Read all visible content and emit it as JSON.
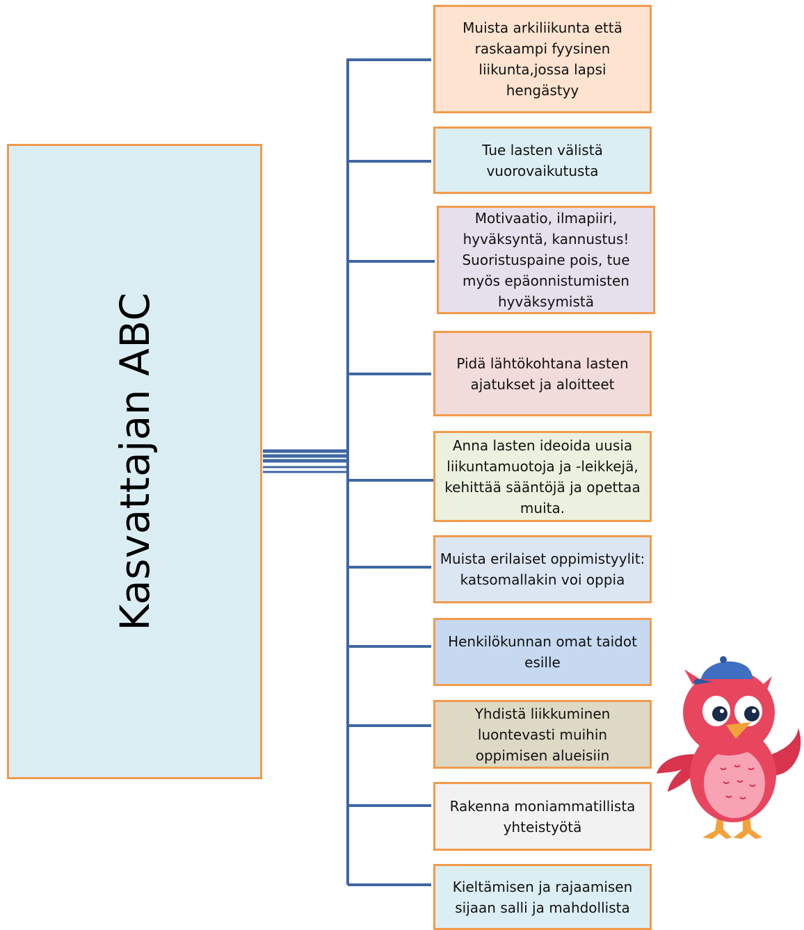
{
  "diagram": {
    "root": {
      "label": "Kasvattajan ABC"
    },
    "nodes": [
      {
        "text": "Muista arkiliikunta että raskaampi fyysinen liikunta,jossa lapsi hengästyy",
        "fill": "#fde3d0"
      },
      {
        "text": "Tue lasten välistä vuorovaikutusta",
        "fill": "#dbeef3"
      },
      {
        "text": "Motivaatio, ilmapiiri, hyväksyntä, kannustus! Suoristuspaine pois, tue myös epäonnistumisten hyväksymistä",
        "fill": "#e5e0ec"
      },
      {
        "text": "Pidä lähtökohtana lasten ajatukset ja aloitteet",
        "fill": "#f2dcdb"
      },
      {
        "text": "Anna lasten ideoida uusia liikuntamuotoja ja -leikkejä, kehittää sääntöjä ja opettaa muita.",
        "fill": "#ebf1de"
      },
      {
        "text": "Muista erilaiset oppimistyylit: katsomallakin voi oppia",
        "fill": "#dce6f2"
      },
      {
        "text": "Henkilökunnan omat taidot esille",
        "fill": "#c6d9f1"
      },
      {
        "text": "Yhdistä liikkuminen luontevasti muihin oppimisen alueisiin",
        "fill": "#ddd9c4"
      },
      {
        "text": "Rakenna moniammatillista yhteistyötä",
        "fill": "#f2f2f2"
      },
      {
        "text": "Kieltämisen ja rajaamisen sijaan salli ja mahdollista",
        "fill": "#dbeef3"
      }
    ],
    "colors": {
      "connector": "#3e67a2",
      "border": "#f29a4a",
      "root_fill": "#daedf3"
    },
    "mascot": "red-bird-with-blue-cap"
  }
}
